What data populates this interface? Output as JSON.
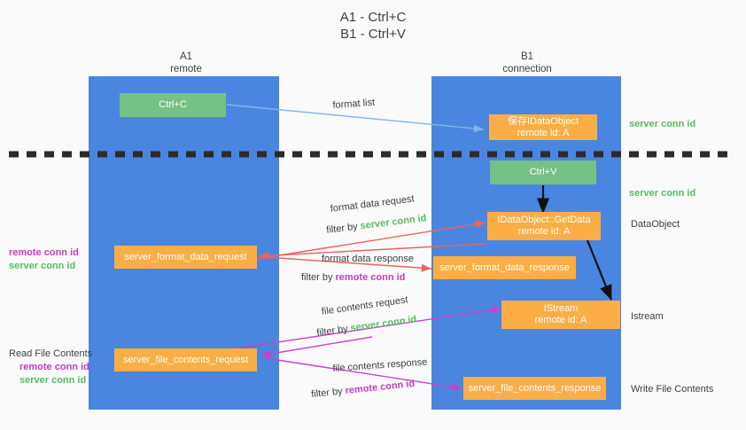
{
  "title": "A1 - Ctrl+C\nB1 - Ctrl+V",
  "columns": {
    "left": {
      "name": "A1",
      "sub": "remote",
      "label": "A1\nremote"
    },
    "right": {
      "name": "B1",
      "sub": "connection",
      "label": "B1\nconnection"
    }
  },
  "nodes": {
    "ctrl_c": "Ctrl+C",
    "ctrl_v": "Ctrl+V",
    "save_idataobject": "保存IDataObject\nremote id: A",
    "getdata": "IDataObject::GetData\nremote id: A",
    "istream": "IStream\nremote id: A",
    "server_format_data_request": "server_format_data_request",
    "server_format_data_response": "server_format_data_response",
    "server_file_contents_request": "server_file_contents_request",
    "server_file_contents_response": "server_file_contents_response"
  },
  "edge_labels": {
    "format_list": "format list",
    "format_data_request": "format data request",
    "format_data_response": "format data response",
    "file_contents_request": "file contents request",
    "file_contents_response": "file contents response",
    "filter_by": "filter by",
    "server_conn_id": "server conn id",
    "remote_conn_id": "remote conn id"
  },
  "right_annotations": {
    "server_conn_id_top": "server conn id",
    "server_conn_id_mid": "server conn id",
    "dataobject": "DataObject",
    "istream": "Istream",
    "write_file_contents": "Write File Contents"
  },
  "left_annotations": {
    "remote_conn_id_1": "remote conn id",
    "server_conn_id_1": "server conn id",
    "read_file_contents": "Read File Contents",
    "remote_conn_id_2": "remote conn id",
    "server_conn_id_2": "server conn id"
  },
  "colors": {
    "panel_blue": "#4a86e0",
    "node_green": "#76c185",
    "node_orange": "#fbae45",
    "text_green": "#57bb63",
    "text_purple": "#c13fc1",
    "arrow_lightblue": "#7fb3e8",
    "arrow_red": "#e8645c",
    "arrow_magenta": "#cc3fcc",
    "arrow_black": "#111111",
    "background": "#fafafa",
    "dashed_line": "#2b2b2b"
  }
}
